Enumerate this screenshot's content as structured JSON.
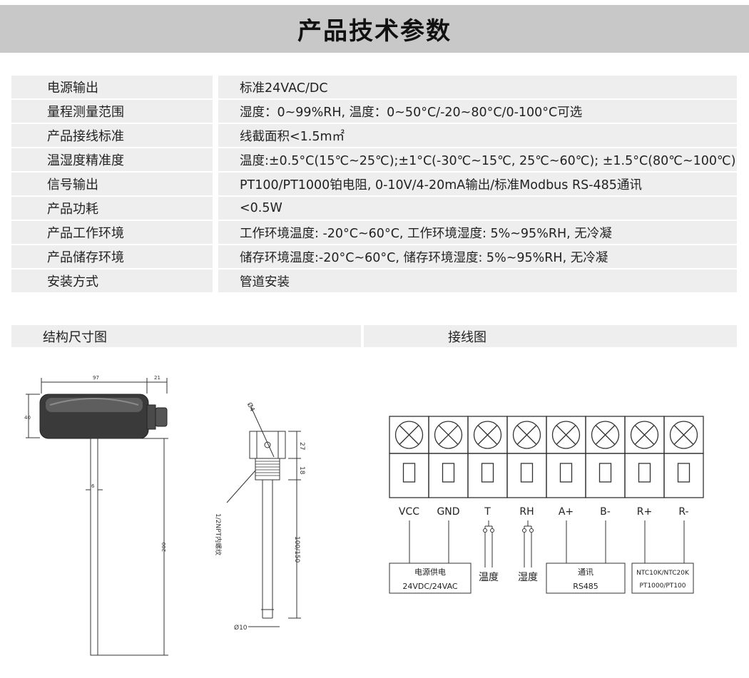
{
  "title": "产品技术参数",
  "specs": [
    {
      "label": "电源输出",
      "value": "标准24VAC/DC"
    },
    {
      "label": "量程测量范围",
      "value": "湿度：0~99%RH, 温度：0~50°C/-20~80°C/0-100°C可选"
    },
    {
      "label": "产品接线标准",
      "value": "线截面积<1.5m㎡"
    },
    {
      "label": "温湿度精准度",
      "value": "温度:±0.5°C(15℃~25℃);±1°C(-30℃~15℃, 25℃~60℃); ±1.5°C(80℃~100℃)"
    },
    {
      "label": "信号输出",
      "value": "PT100/PT1000铂电阻, 0-10V/4-20mA输出/标准Modbus RS-485通讯"
    },
    {
      "label": "产品功耗",
      "value": "<0.5W"
    },
    {
      "label": "产品工作环境",
      "value": "工作环境温度: -20°C~60°C, 工作环境湿度: 5%~95%RH, 无冷凝"
    },
    {
      "label": "产品储存环境",
      "value": "储存环境温度:-20°C~60°C, 储存环境湿度: 5%~95%RH, 无冷凝"
    },
    {
      "label": "安装方式",
      "value": "管道安装"
    }
  ],
  "sections": {
    "dimensions": "结构尺寸图",
    "wiring": "接线图"
  },
  "dimension_labels": {
    "w97": "97",
    "w21": "21",
    "h40": "40",
    "d6": "6",
    "l200": "200",
    "phi4": "Ø4",
    "h27": "27",
    "h18": "18",
    "thread": "1/2NPT内螺纹",
    "l100150": "100/150",
    "phi10": "Ø10"
  },
  "wiring": {
    "terminals": [
      "VCC",
      "GND",
      "T",
      "RH",
      "A+",
      "B-",
      "R+",
      "R-"
    ],
    "power_box": {
      "line1": "电源供电",
      "line2": "24VDC/24VAC"
    },
    "temp_label": "温度",
    "hum_label": "湿度",
    "comm_box": {
      "line1": "通讯",
      "line2": "RS485"
    },
    "ntc_box": {
      "line1": "NTC10K/NTC20K",
      "line2": "PT1000/PT100"
    }
  }
}
